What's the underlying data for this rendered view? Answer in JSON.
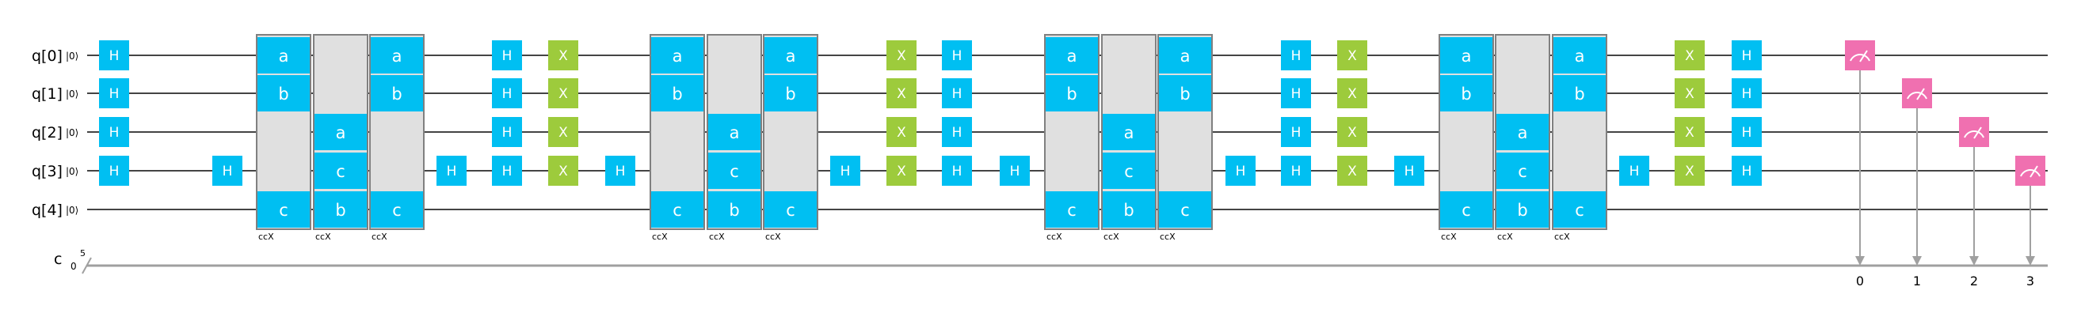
{
  "circuit": {
    "qubits": [
      "q[0]",
      "q[1]",
      "q[2]",
      "q[3]",
      "q[4]"
    ],
    "init_state": "|0⟩",
    "classical": {
      "label": "c",
      "init": "0",
      "size": "5"
    },
    "gate_label_cczx": "ccX",
    "operations": [
      {
        "type": "h",
        "label": "H",
        "qubits": [
          0,
          1,
          2,
          3
        ],
        "col": 0
      },
      {
        "type": "h",
        "label": "H",
        "qubits": [
          3
        ],
        "col": 1
      },
      {
        "type": "block",
        "name": "ccX",
        "qubits": [
          0,
          1,
          4
        ],
        "labels": [
          "a",
          "b",
          "c"
        ],
        "col": 2
      },
      {
        "type": "block",
        "name": "ccX",
        "qubits": [
          2,
          3,
          4
        ],
        "labels": [
          "a",
          "c",
          "b"
        ],
        "col": 3
      },
      {
        "type": "block",
        "name": "ccX",
        "qubits": [
          0,
          1,
          4
        ],
        "labels": [
          "a",
          "b",
          "c"
        ],
        "col": 4
      },
      {
        "type": "h",
        "label": "H",
        "qubits": [
          3
        ],
        "col": 5
      },
      {
        "type": "h",
        "label": "H",
        "qubits": [
          0,
          1,
          2,
          3
        ],
        "col": 6
      },
      {
        "type": "x",
        "label": "X",
        "qubits": [
          0,
          1,
          2,
          3
        ],
        "col": 7
      },
      {
        "type": "h",
        "label": "H",
        "qubits": [
          3
        ],
        "col": 8
      },
      {
        "type": "block",
        "name": "ccX",
        "qubits": [
          0,
          1,
          4
        ],
        "labels": [
          "a",
          "b",
          "c"
        ],
        "col": 9
      },
      {
        "type": "block",
        "name": "ccX",
        "qubits": [
          2,
          3,
          4
        ],
        "labels": [
          "a",
          "c",
          "b"
        ],
        "col": 10
      },
      {
        "type": "block",
        "name": "ccX",
        "qubits": [
          0,
          1,
          4
        ],
        "labels": [
          "a",
          "b",
          "c"
        ],
        "col": 11
      },
      {
        "type": "h",
        "label": "H",
        "qubits": [
          3
        ],
        "col": 12
      },
      {
        "type": "x",
        "label": "X",
        "qubits": [
          0,
          1,
          2,
          3
        ],
        "col": 13
      },
      {
        "type": "h",
        "label": "H",
        "qubits": [
          0,
          1,
          2,
          3
        ],
        "col": 14
      },
      {
        "type": "h",
        "label": "H",
        "qubits": [
          3
        ],
        "col": 15
      },
      {
        "type": "block",
        "name": "ccX",
        "qubits": [
          0,
          1,
          4
        ],
        "labels": [
          "a",
          "b",
          "c"
        ],
        "col": 16
      },
      {
        "type": "block",
        "name": "ccX",
        "qubits": [
          2,
          3,
          4
        ],
        "labels": [
          "a",
          "c",
          "b"
        ],
        "col": 17
      },
      {
        "type": "block",
        "name": "ccX",
        "qubits": [
          0,
          1,
          4
        ],
        "labels": [
          "a",
          "b",
          "c"
        ],
        "col": 18
      },
      {
        "type": "h",
        "label": "H",
        "qubits": [
          3
        ],
        "col": 19
      },
      {
        "type": "h",
        "label": "H",
        "qubits": [
          0,
          1,
          2,
          3
        ],
        "col": 20
      },
      {
        "type": "x",
        "label": "X",
        "qubits": [
          0,
          1,
          2,
          3
        ],
        "col": 21
      },
      {
        "type": "h",
        "label": "H",
        "qubits": [
          3
        ],
        "col": 22
      },
      {
        "type": "block",
        "name": "ccX",
        "qubits": [
          0,
          1,
          4
        ],
        "labels": [
          "a",
          "b",
          "c"
        ],
        "col": 23
      },
      {
        "type": "block",
        "name": "ccX",
        "qubits": [
          2,
          3,
          4
        ],
        "labels": [
          "a",
          "c",
          "b"
        ],
        "col": 24
      },
      {
        "type": "block",
        "name": "ccX",
        "qubits": [
          0,
          1,
          4
        ],
        "labels": [
          "a",
          "b",
          "c"
        ],
        "col": 25
      },
      {
        "type": "h",
        "label": "H",
        "qubits": [
          3
        ],
        "col": 26
      },
      {
        "type": "x",
        "label": "X",
        "qubits": [
          0,
          1,
          2,
          3
        ],
        "col": 27
      },
      {
        "type": "h",
        "label": "H",
        "qubits": [
          0,
          1,
          2,
          3
        ],
        "col": 28
      },
      {
        "type": "measure",
        "qubit": 0,
        "bit": "0",
        "col": 29
      },
      {
        "type": "measure",
        "qubit": 1,
        "bit": "1",
        "col": 30
      },
      {
        "type": "measure",
        "qubit": 2,
        "bit": "2",
        "col": 31
      },
      {
        "type": "measure",
        "qubit": 3,
        "bit": "3",
        "col": 32
      }
    ]
  },
  "colors": {
    "h_gate": "#00bff2",
    "x_gate": "#9dcb3c",
    "measure_gate": "#f070b0",
    "block_fill": "#e0e0e0",
    "block_stroke": "#808080",
    "wire": "#444444",
    "classical_wire": "#a0a0a0",
    "measure_arrow": "#a0a0a0"
  }
}
